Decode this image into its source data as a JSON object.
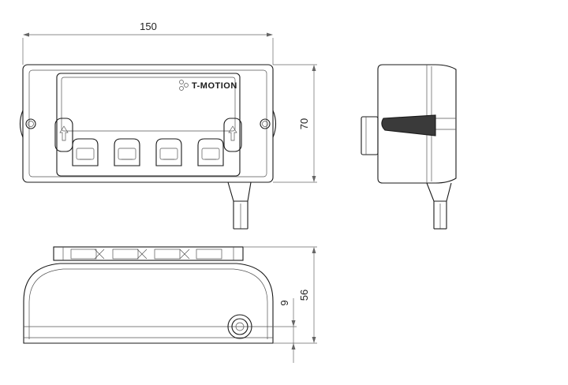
{
  "drawing": {
    "brand": "T-MOTION",
    "dimensions": {
      "width": "150",
      "height": "70",
      "depth": "56",
      "offset": "9"
    }
  }
}
